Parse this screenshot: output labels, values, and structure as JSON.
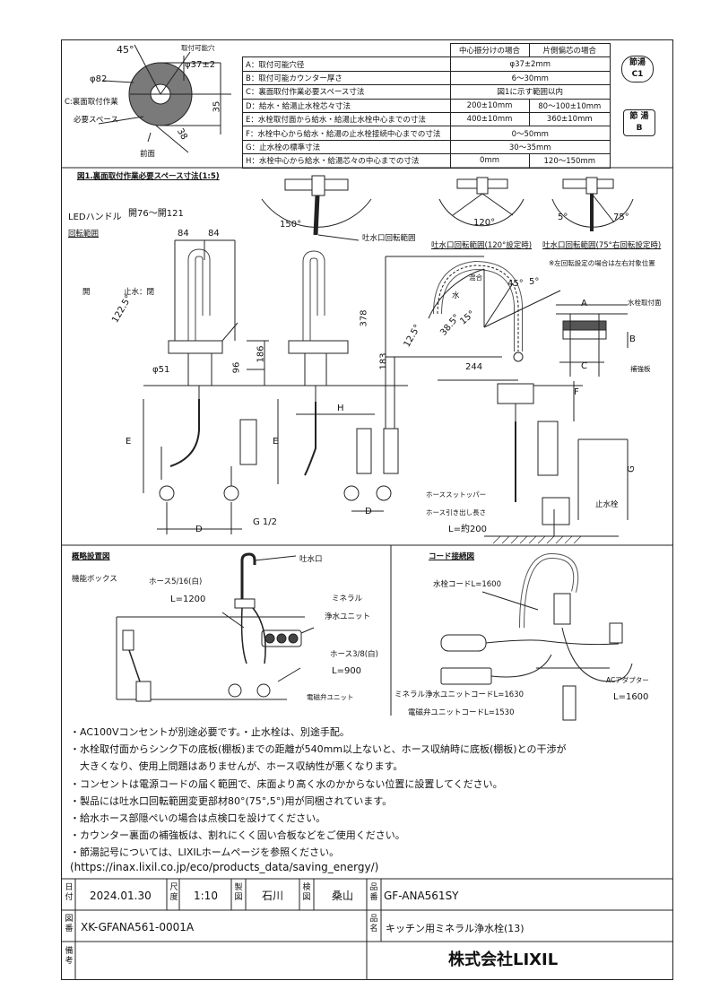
{
  "spec_table": {
    "header": [
      "",
      "中心振分けの場合",
      "片側偏芯の場合"
    ],
    "rows": [
      {
        "label": "A：取付可能穴径",
        "center": "φ37±2mm",
        "offset": "",
        "span": true
      },
      {
        "label": "B：取付可能カウンター厚さ",
        "center": "6～30mm",
        "offset": "",
        "span": true
      },
      {
        "label": "C：裏面取付作業必要スペース寸法",
        "center": "図1に示す範囲以内",
        "offset": "",
        "span": true
      },
      {
        "label": "D：給水・給湯止水栓芯々寸法",
        "center": "200±10mm",
        "offset": "80～100±10mm",
        "span": false
      },
      {
        "label": "E：水栓取付面から給水・給湯止水栓中心までの寸法",
        "center": "400±10mm",
        "offset": "360±10mm",
        "span": false
      },
      {
        "label": "F：水栓中心から給水・給湯の止水栓接続中心までの寸法",
        "center": "0～50mm",
        "offset": "",
        "span": true
      },
      {
        "label": "G：止水栓の標準寸法",
        "center": "30～35mm",
        "offset": "",
        "span": true
      },
      {
        "label": "H：水栓中心から給水・給湯芯々の中心までの寸法",
        "center": "0mm",
        "offset": "120～150mm",
        "span": false
      }
    ]
  },
  "badges": {
    "c1": [
      "節湯",
      "C1"
    ],
    "b": [
      "節 湯",
      "B"
    ]
  },
  "top_left": {
    "angle45": "45°",
    "hole_label": "取付可能穴",
    "hole_dim": "φ37±2",
    "d82": "φ82",
    "space_label_1": "C:裏面取付作業",
    "space_label_2": "必要スペース",
    "d35": "35",
    "d38": "38",
    "front": "前面"
  },
  "drawing": {
    "fig1_title": "図1.裏面取付作業必要スペース寸法(1:5)",
    "led_handle": "LEDハンドル",
    "rotation_range": "回転範囲",
    "open": "開",
    "stop_close": "止水：閉",
    "a1225": "122.5°",
    "width_range": "開76～開121",
    "d84a": "84",
    "d84b": "84",
    "phi51": "φ51",
    "d96": "96",
    "d186": "186",
    "E": "E",
    "E2": "E",
    "D": "D",
    "D2": "D",
    "H": "H",
    "g12": "G 1/2",
    "a150": "150°",
    "spout_rotation": "吐水口回転範囲",
    "a120": "120°",
    "spout_rotation_120": "吐水口回転範囲(120°設定時)",
    "a5": "5°",
    "a75": "75°",
    "spout_rotation_75": "吐水口回転範囲(75°右回転設定時)",
    "left_note": "※左回転設定の場合は左右対象位置",
    "mix": "混合",
    "water": "水",
    "a45": "45°",
    "a5b": "5°",
    "a15": "15°",
    "a125": "12.5°",
    "a385": "38.5°",
    "d378": "378",
    "d183": "183",
    "d244": "244",
    "F": "F",
    "A": "A",
    "B": "B",
    "C": "C",
    "G": "G",
    "mount_surface": "水栓取付面",
    "reinforcement": "補強板",
    "hose_stopper": "ホーススットッパー",
    "hose_pull": "ホース引き出し長さ",
    "hose_len": "L=約200",
    "stop_valve": "止水栓"
  },
  "install": {
    "title": "概略設置図",
    "box": "機能ボックス",
    "hose516": "ホース5/16(白)",
    "l1200": "L=1200",
    "spout": "吐水口",
    "mineral1": "ミネラル",
    "mineral2": "浄水ユニット",
    "hose38": "ホース3/8(白)",
    "l900": "L=900",
    "solenoid": "電磁弁ユニット"
  },
  "cord": {
    "title": "コード接続図",
    "faucet_cord": "水栓コードL=1600",
    "mineral_cord": "ミネラル浄水ユニットコードL=1630",
    "solenoid_cord": "電磁弁ユニットコードL=1530",
    "adapter": "ACアダプター",
    "l1600": "L=1600"
  },
  "notes": [
    "・AC100Vコンセントが別途必要です。・止水栓は、別途手配。",
    "・水栓取付面からシンク下の底板(棚板)までの距離が540mm以上ないと、ホース収納時に底板(棚板)との干渉が",
    "　大きくなり、使用上問題はありませんが、ホース収納性が悪くなります。",
    "・コンセントは電源コードの届く範囲で、床面より高く水のかからない位置に設置してください。",
    "・製品には吐水口回転範囲変更部材80°(75°,5°)用が同梱されています。",
    "・給水ホース部隠ぺいの場合は点検口を設けてください。",
    "・カウンター裏面の補強板は、割れにくく固い合板などをご使用ください。",
    "・節湯記号については、LIXILホームページを参照ください。",
    "(https://inax.lixil.co.jp/eco/products_data/saving_energy/)"
  ],
  "title_block": {
    "date_label": "日付",
    "date": "2024.01.30",
    "scale_label": "尺度",
    "scale": "1:10",
    "drawn_label": "製図",
    "drawn": "石川",
    "checked_label": "検図",
    "checked": "桑山",
    "part_no_label": "品番",
    "part_no": "GF-ANA561SY",
    "drawing_no_label": "図番",
    "drawing_no": "XK-GFANA561-0001A",
    "name_label": "品名",
    "name": "キッチン用ミネラル浄水栓(13)",
    "remarks_label": "備考",
    "company": "株式会社LIXIL"
  }
}
